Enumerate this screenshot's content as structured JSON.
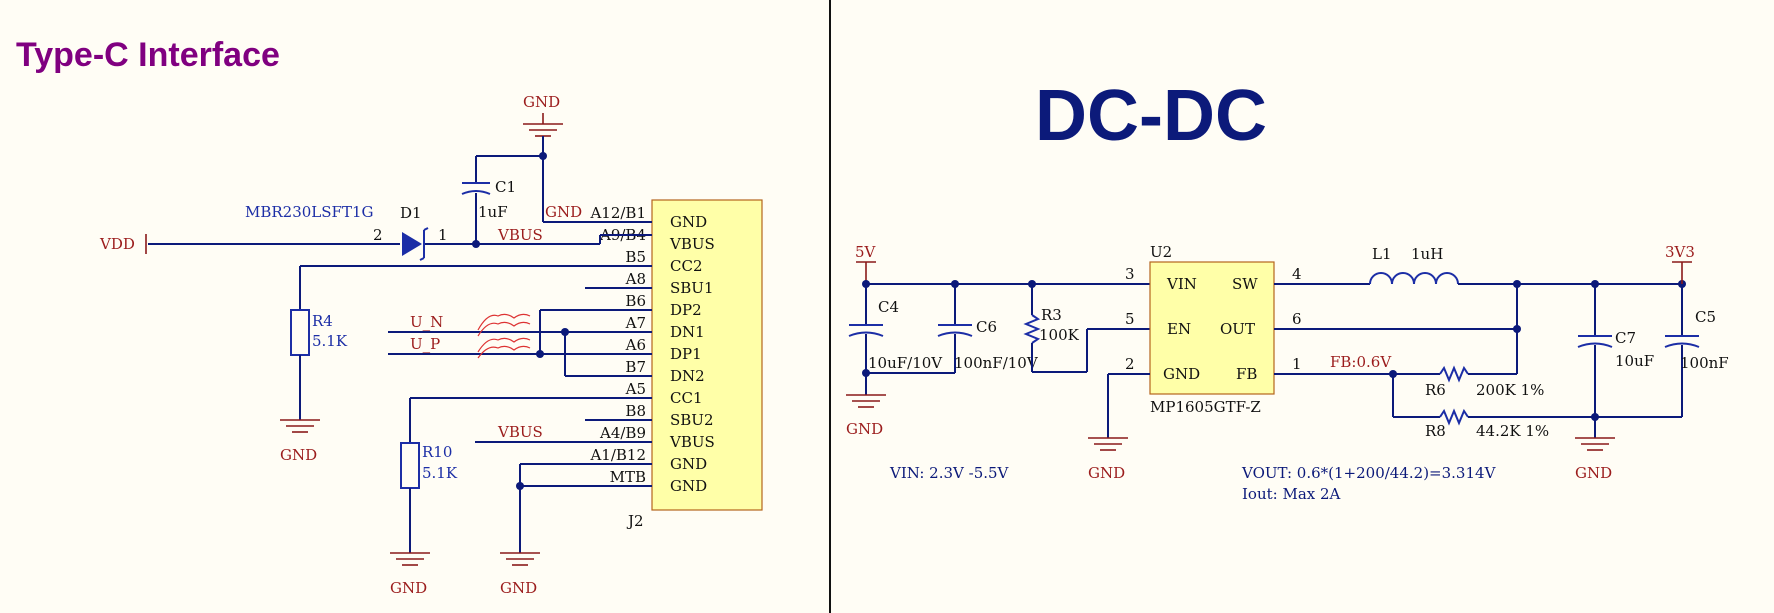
{
  "left_title": "Type-C Interface",
  "right_title": "DC-DC",
  "usb": {
    "ref": "J2",
    "pins": [
      {
        "num": "A12/B1",
        "name": "GND"
      },
      {
        "num": "A9/B4",
        "name": "VBUS"
      },
      {
        "num": "B5",
        "name": "CC2"
      },
      {
        "num": "A8",
        "name": "SBU1"
      },
      {
        "num": "B6",
        "name": "DP2"
      },
      {
        "num": "A7",
        "name": "DN1"
      },
      {
        "num": "A6",
        "name": "DP1"
      },
      {
        "num": "B7",
        "name": "DN2"
      },
      {
        "num": "A5",
        "name": "CC1"
      },
      {
        "num": "B8",
        "name": "SBU2"
      },
      {
        "num": "A4/B9",
        "name": "VBUS"
      },
      {
        "num": "A1/B12",
        "name": "GND"
      },
      {
        "num": "MTB",
        "name": "GND"
      }
    ],
    "diode_part": "MBR230LSFT1G",
    "diode_ref": "D1",
    "diode_pin2": "2",
    "diode_pin1": "1",
    "vdd": "VDD",
    "c1_ref": "C1",
    "c1_val": "1uF",
    "gnd_top": "GND",
    "gnd_net": "GND",
    "vbus_net": "VBUS",
    "vbus_net2": "VBUS",
    "r4_ref": "R4",
    "r4_val": "5.1K",
    "r10_ref": "R10",
    "r10_val": "5.1K",
    "u_n": "U_N",
    "u_p": "U_P",
    "gnd_r4": "GND",
    "gnd_r10": "GND",
    "gnd_j2": "GND"
  },
  "dcdc": {
    "ic_ref": "U2",
    "ic_part": "MP1605GTF-Z",
    "pins": {
      "vin": "VIN",
      "en": "EN",
      "gnd": "GND",
      "sw": "SW",
      "out": "OUT",
      "fb": "FB",
      "n3": "3",
      "n5": "5",
      "n2": "2",
      "n4": "4",
      "n6": "6",
      "n1": "1"
    },
    "in_net": "5V",
    "out_net": "3V3",
    "c4_ref": "C4",
    "c4_val": "10uF/10V",
    "c6_ref": "C6",
    "c6_val": "100nF/10V",
    "r3_ref": "R3",
    "r3_val": "100K",
    "l1_ref": "L1",
    "l1_val": "1uH",
    "fb_net": "FB:0.6V",
    "r6_ref": "R6",
    "r6_val": "200K 1%",
    "r8_ref": "R8",
    "r8_val": "44.2K 1%",
    "c7_ref": "C7",
    "c7_val": "10uF",
    "c5_ref": "C5",
    "c5_val": "100nF",
    "gnd_c4": "GND",
    "gnd_ic": "GND",
    "gnd_out": "GND",
    "vin_note": "VIN:  2.3V -5.5V",
    "vout_note": "VOUT:  0.6*(1+200/44.2)=3.314V",
    "iout_note": "Iout:  Max 2A"
  }
}
